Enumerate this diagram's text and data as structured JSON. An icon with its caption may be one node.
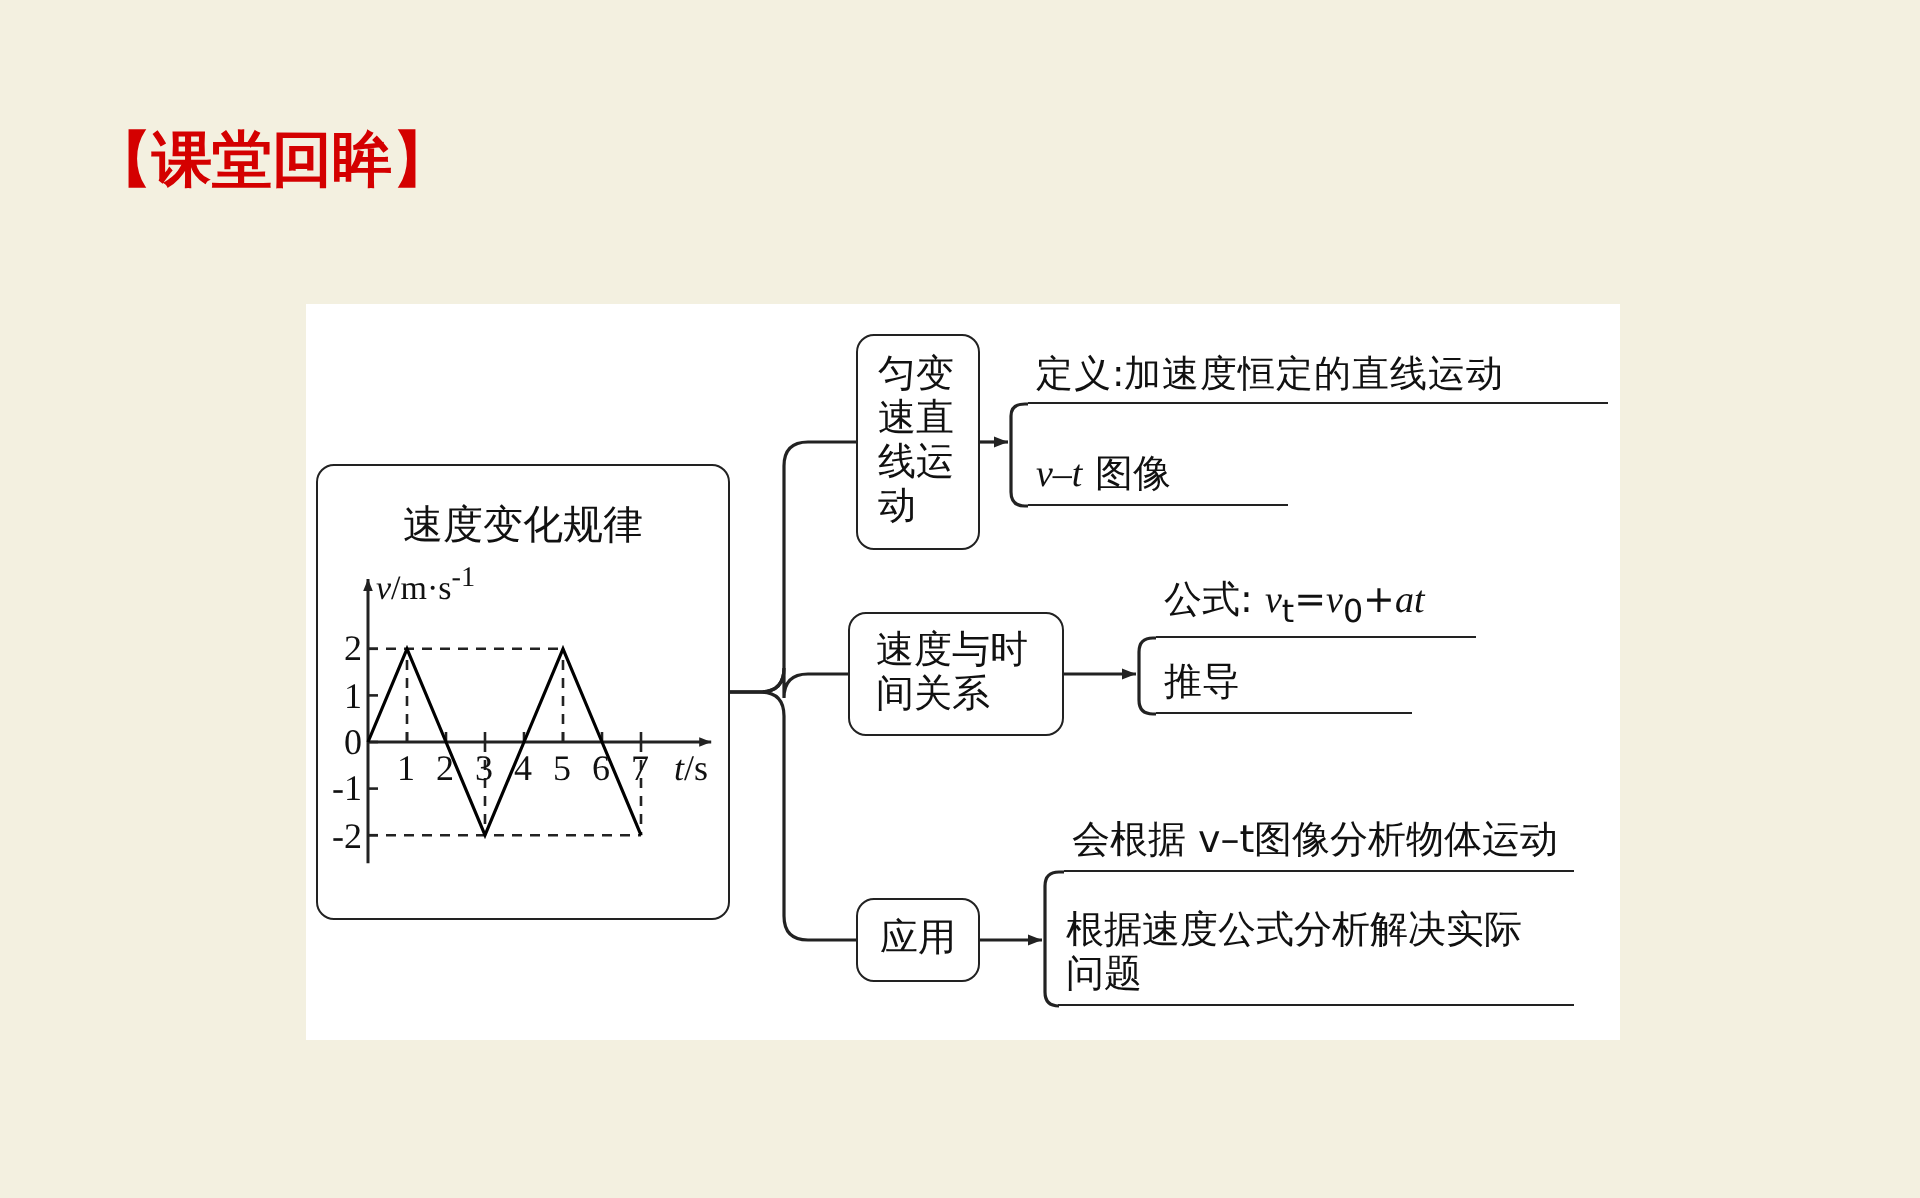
{
  "diagram": {
    "title": "【课堂回眸】",
    "nodes": [
      {
        "text": [
          "速度变化规律"
        ]
      },
      {
        "text": [
          "匀变速直线运动"
        ]
      },
      {
        "text": [
          "速度与时间关系"
        ]
      },
      {
        "text": [
          "应用"
        ]
      },
      {
        "text": [],
        "shape": "bracket"
      },
      {
        "text": [
          "定义:加速度恒定的直线运动"
        ]
      },
      {
        "text": [
          "*v–t* 图像"
        ]
      },
      {
        "text": [],
        "shape": "bracket"
      },
      {
        "text": [
          "公式: *v*$_{t}$=*v*$_{0}$+*at*"
        ]
      },
      {
        "text": [
          "推导"
        ]
      },
      {
        "text": [],
        "shape": "bracket"
      },
      {
        "text": [
          "会根据 v–t图像分析物体运动"
        ]
      },
      {
        "text": [
          "根据速度公式分析解决实际问题"
        ]
      }
    ],
    "edges": [
      {
        "from": 0,
        "to": 1,
        "arrow": "none"
      },
      {
        "from": 0,
        "to": 2,
        "arrow": "none"
      },
      {
        "from": 0,
        "to": 3,
        "arrow": "none"
      },
      {
        "from": 1,
        "to": 4,
        "arrow": "to"
      },
      {
        "from": 4,
        "to": 5,
        "arrow": "none"
      },
      {
        "from": 4,
        "to": 6,
        "arrow": "none"
      },
      {
        "from": 2,
        "to": 7,
        "arrow": "to"
      },
      {
        "from": 7,
        "to": 8,
        "arrow": "none"
      },
      {
        "from": 7,
        "to": 9,
        "arrow": "none"
      },
      {
        "from": 3,
        "to": 10,
        "arrow": "to"
      },
      {
        "from": 10,
        "to": 11,
        "arrow": "none"
      },
      {
        "from": 10,
        "to": 12,
        "arrow": "none"
      }
    ],
    "chart_data": {
      "type": "line",
      "xlabel": "*t*/s",
      "ylabel": "*v*/m·s$^{-1}$",
      "x": [
        0,
        1,
        2,
        3,
        4,
        5,
        6,
        7
      ],
      "series": [
        {
          "color": "#000000",
          "values": [
            0,
            2,
            0,
            -2,
            0,
            2,
            0,
            -2
          ]
        }
      ],
      "xlim": [
        0,
        8.8
      ],
      "ylim": [
        -2.6,
        3.5
      ],
      "xticks": [
        1,
        2,
        3,
        4,
        5,
        6,
        7
      ],
      "yticks": [
        -2,
        -1,
        0,
        1,
        2
      ]
    }
  }
}
